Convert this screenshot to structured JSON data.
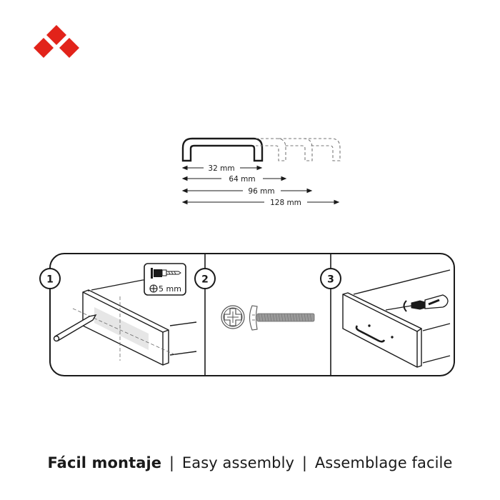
{
  "brand": {
    "logo_icon": "red-diamond-logo-icon",
    "color": "#e2231a"
  },
  "dimension_diagram": {
    "sizes": [
      {
        "label": "32 mm"
      },
      {
        "label": "64 mm"
      },
      {
        "label": "96 mm"
      },
      {
        "label": "128 mm"
      }
    ]
  },
  "steps": [
    {
      "number": "1",
      "description_icon": "pencil-mark-drawer-icon",
      "spec": {
        "drill_icon": "drill-bit-icon",
        "size_label": "5 mm"
      }
    },
    {
      "number": "2",
      "description_icon": "phillips-screw-icon"
    },
    {
      "number": "3",
      "description_icon": "screwdriver-drawer-icon"
    }
  ],
  "caption": {
    "primary": "Fácil montaje",
    "separator": "|",
    "secondary": "Easy assembly",
    "tertiary": "Assemblage facile"
  }
}
